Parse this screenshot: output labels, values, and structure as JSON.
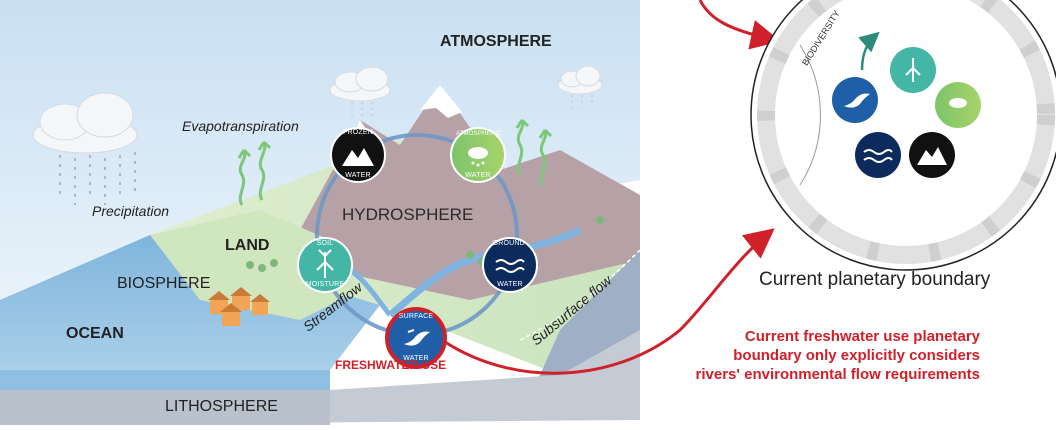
{
  "labels": {
    "atmosphere": "ATMOSPHERE",
    "evapotranspiration": "Evapotranspiration",
    "precipitation": "Precipitation",
    "hydrosphere": "HYDROSPHERE",
    "land": "LAND",
    "biosphere": "BIOSPHERE",
    "ocean": "OCEAN",
    "lithosphere": "LITHOSPHERE",
    "streamflow": "Streamflow",
    "subsurface_flow": "Subsurface flow",
    "freshwater_use": "FRESHWATER USE"
  },
  "water_nodes": {
    "frozen": {
      "top": "FROZEN",
      "bottom": "WATER"
    },
    "atmospheric": {
      "top": "ATMOSPHERIC",
      "bottom": "WATER"
    },
    "soil": {
      "top": "SOIL",
      "bottom": "MOISTURE"
    },
    "ground": {
      "top": "GROUND-",
      "bottom": "WATER"
    },
    "surface": {
      "top": "SURFACE",
      "bottom": "WATER"
    }
  },
  "boundary": {
    "ring_label": "BIODIVERSITY",
    "caption": "Current planetary boundary"
  },
  "note": {
    "line1": "Current freshwater use planetary",
    "line2": "boundary only explicitly considers",
    "line3": "rivers' environmental flow requirements"
  },
  "colors": {
    "frozen": "#111111",
    "atmospheric": "#7cc46a",
    "soil": "#44b6a5",
    "ground": "#0d2a5c",
    "surface": "#1f5fa8",
    "accent_red": "#d0202a",
    "cycle_ring": "#6f98c8",
    "sky_top": "#cfe3f3",
    "evapo_green": "#7cc77a"
  }
}
